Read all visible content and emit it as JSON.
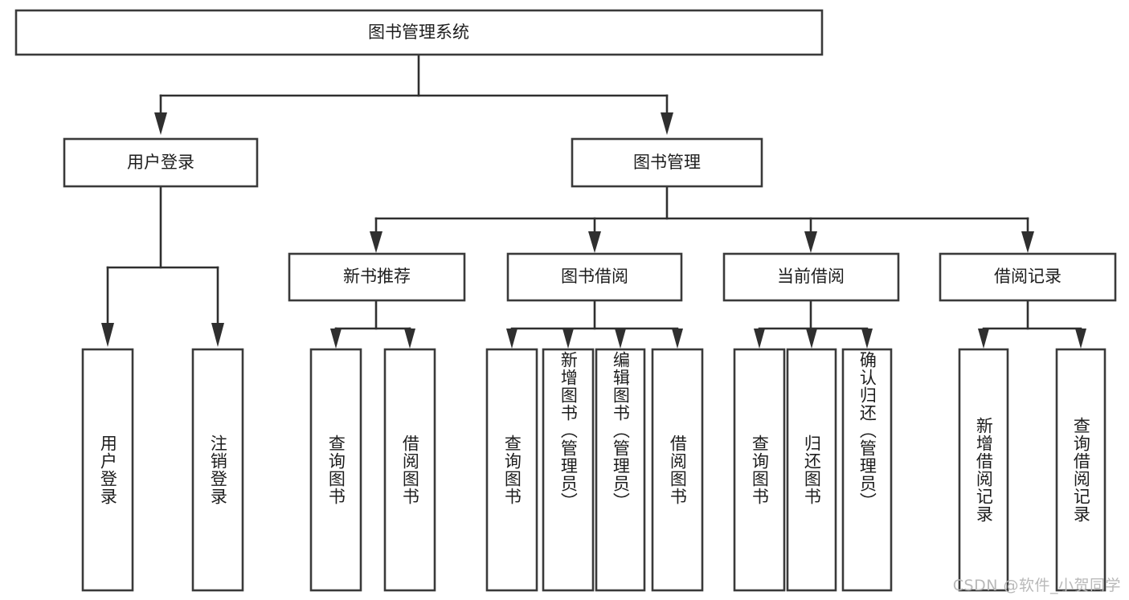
{
  "diagram": {
    "title": "图书管理系统",
    "root": {
      "label": "图书管理系统"
    },
    "level2": [
      {
        "label": "用户登录"
      },
      {
        "label": "图书管理"
      }
    ],
    "level3": [
      {
        "label": "新书推荐"
      },
      {
        "label": "图书借阅"
      },
      {
        "label": "当前借阅"
      },
      {
        "label": "借阅记录"
      }
    ],
    "leaves": {
      "user_login": [
        {
          "label": "用户登录"
        },
        {
          "label": "注销登录"
        }
      ],
      "new_book_recommend": [
        {
          "label": "查询图书"
        },
        {
          "label": "借阅图书"
        }
      ],
      "book_borrow": [
        {
          "label": "查询图书"
        },
        {
          "label": "新增图书（管理员）"
        },
        {
          "label": "编辑图书（管理员）"
        },
        {
          "label": "借阅图书"
        }
      ],
      "current_borrow": [
        {
          "label": "查询图书"
        },
        {
          "label": "归还图书"
        },
        {
          "label": "确认归还（管理员）"
        }
      ],
      "borrow_record": [
        {
          "label": "新增借阅记录"
        },
        {
          "label": "查询借阅记录"
        }
      ]
    },
    "watermark": "CSDN @软件_小贺同学",
    "colors": {
      "box_stroke": "#3a3a3a",
      "connector": "#2f2f2f",
      "text": "#1d1d1d",
      "background": "#ffffff",
      "watermark": "#b9b9b9"
    }
  }
}
